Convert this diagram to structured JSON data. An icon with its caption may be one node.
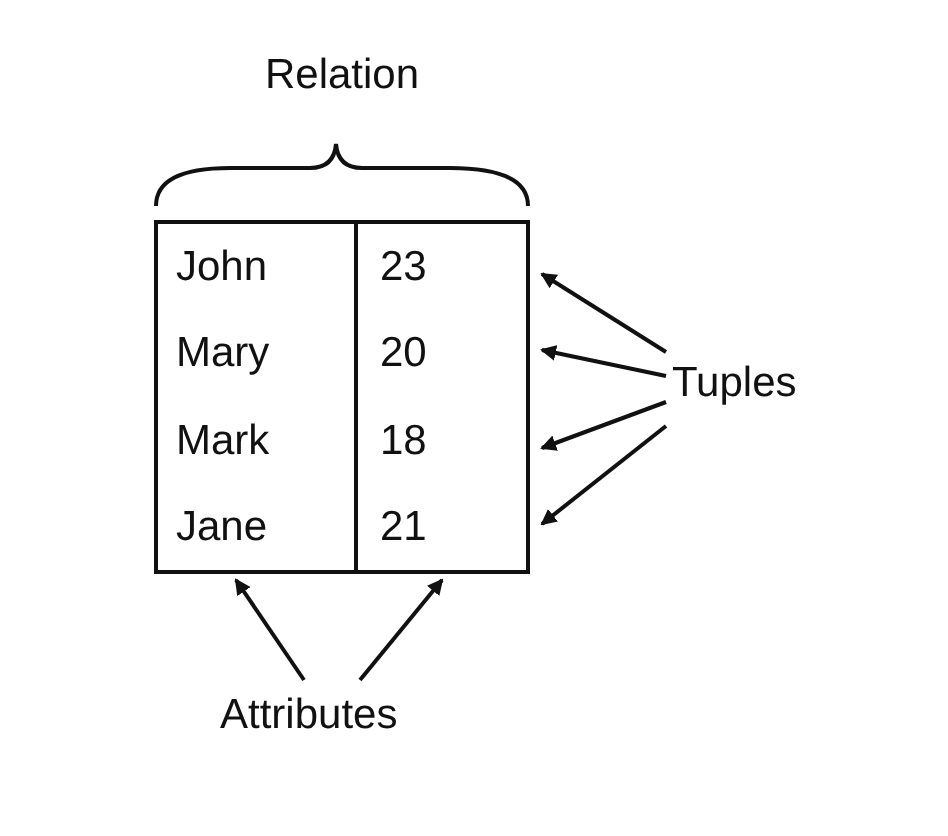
{
  "diagram": {
    "nodes": [
      {
        "text": [
          "Relation"
        ]
      },
      {
        "text": [
          "John",
          "Mary",
          "Mark",
          "Jane"
        ],
        "in": 0
      },
      {
        "text": [
          "23",
          "20",
          "18",
          "21"
        ],
        "in": 0
      },
      {
        "text": [
          "Tuples"
        ]
      },
      {
        "text": [
          "Attributes"
        ]
      }
    ],
    "edges": [
      {
        "from": 3,
        "to": 0,
        "arrow": "to"
      },
      {
        "from": 3,
        "to": 0,
        "arrow": "to"
      },
      {
        "from": 3,
        "to": 0,
        "arrow": "to"
      },
      {
        "from": 3,
        "to": 0,
        "arrow": "to"
      },
      {
        "from": 4,
        "to": 1,
        "arrow": "to"
      },
      {
        "from": 4,
        "to": 2,
        "arrow": "to"
      }
    ]
  }
}
